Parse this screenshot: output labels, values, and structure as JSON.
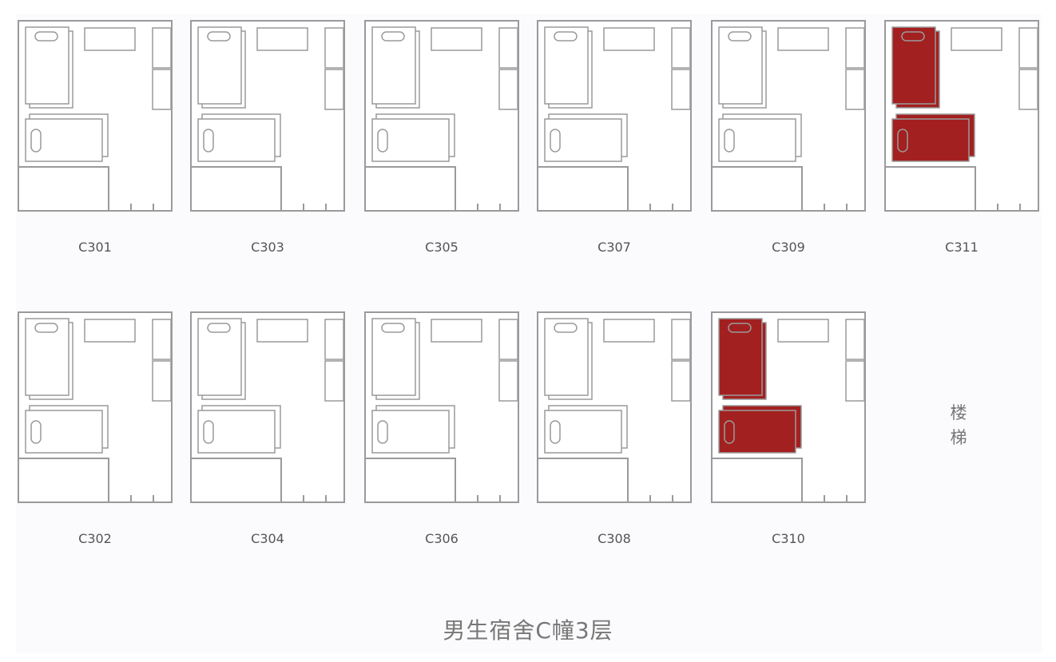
{
  "floor_title": "男生宿舍C幢3层",
  "stairs_label": [
    "楼",
    "梯"
  ],
  "colors": {
    "wall": "#9a9a9a",
    "empty_bed": "#ffffff",
    "occupied_bed": "#a32020"
  },
  "rooms": [
    {
      "id": "C301",
      "occupied": false
    },
    {
      "id": "C303",
      "occupied": false
    },
    {
      "id": "C305",
      "occupied": false
    },
    {
      "id": "C307",
      "occupied": false
    },
    {
      "id": "C309",
      "occupied": false
    },
    {
      "id": "C311",
      "occupied": true
    },
    {
      "id": "C302",
      "occupied": false
    },
    {
      "id": "C304",
      "occupied": false
    },
    {
      "id": "C306",
      "occupied": false
    },
    {
      "id": "C308",
      "occupied": false
    },
    {
      "id": "C310",
      "occupied": true
    }
  ]
}
